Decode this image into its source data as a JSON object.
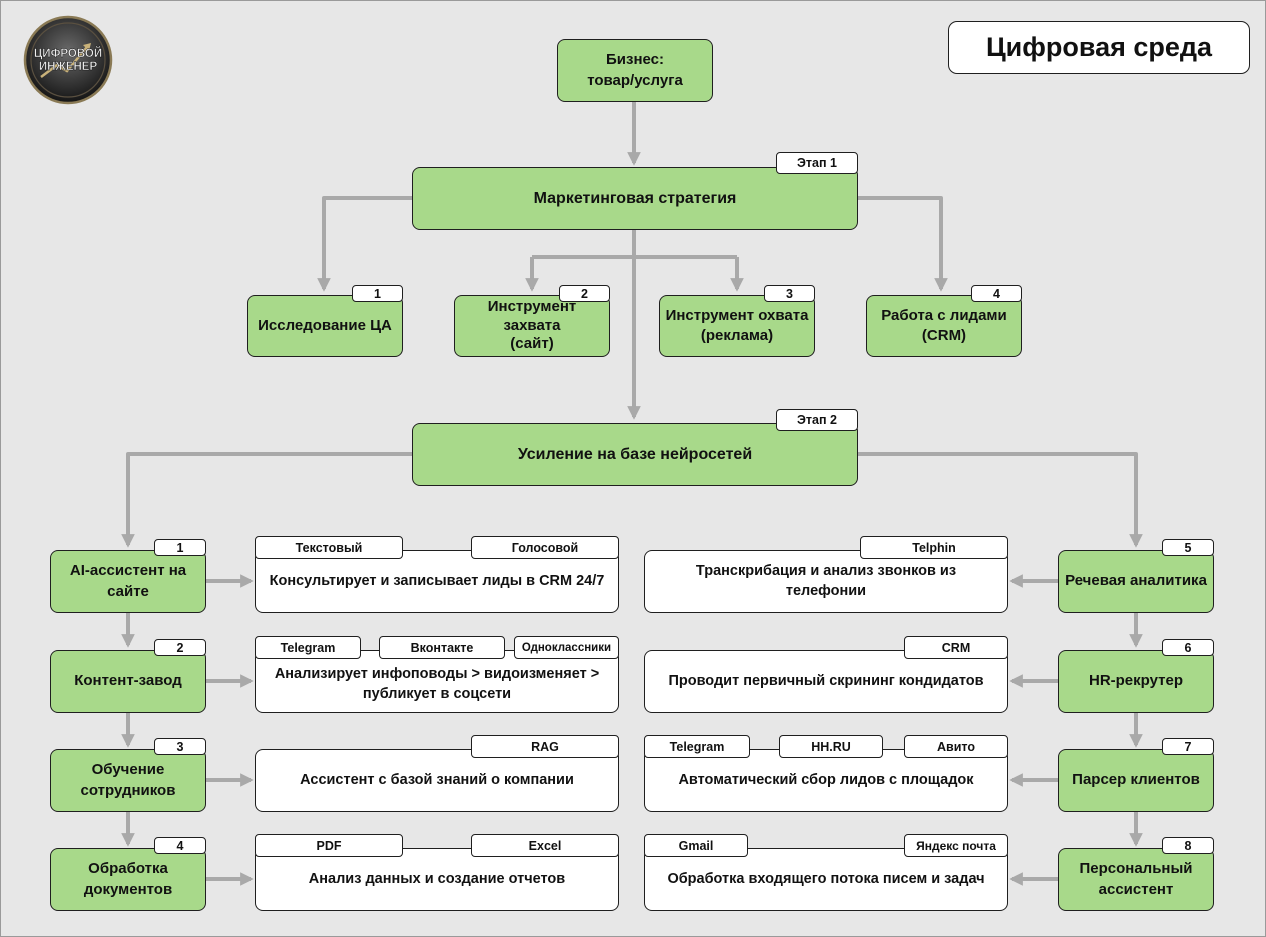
{
  "header": {
    "title": "Цифровая среда",
    "logo": {
      "line1": "ЦИФРОВОЙ",
      "line2": "ИНЖЕНЕР"
    }
  },
  "root": {
    "label": "Бизнес:\nтовар/услуга"
  },
  "stage1": {
    "tag": "Этап 1",
    "label": "Маркетинговая стратегия",
    "items": [
      {
        "num": "1",
        "label": "Исследование ЦА"
      },
      {
        "num": "2",
        "label": "Инструмент\nзахвата\n(сайт)"
      },
      {
        "num": "3",
        "label": "Инструмент охвата\n(реклама)"
      },
      {
        "num": "4",
        "label": "Работа с лидами\n(CRM)"
      }
    ]
  },
  "stage2": {
    "tag": "Этап 2",
    "label": "Усиление на базе нейросетей",
    "left": [
      {
        "num": "1",
        "label": "AI-ассистент на\nсайте",
        "desc": "Консультирует и записывает лиды в CRM 24/7",
        "tags": [
          "Текстовый",
          "Голосовой"
        ]
      },
      {
        "num": "2",
        "label": "Контент-завод",
        "desc": "Анализирует инфоповоды > видоизменяет >\nпубликует в соцсети",
        "tags": [
          "Telegram",
          "Вконтакте",
          "Одноклассники"
        ]
      },
      {
        "num": "3",
        "label": "Обучение\nсотрудников",
        "desc": "Ассистент с базой знаний о компании",
        "tags": [
          "RAG"
        ]
      },
      {
        "num": "4",
        "label": "Обработка\nдокументов",
        "desc": "Анализ данных и создание отчетов",
        "tags": [
          "PDF",
          "Excel"
        ]
      }
    ],
    "right": [
      {
        "num": "5",
        "label": "Речевая аналитика",
        "desc": "Транскрибация и анализ звонков из\nтелефонии",
        "tags": [
          "Telphin"
        ]
      },
      {
        "num": "6",
        "label": "HR-рекрутер",
        "desc": "Проводит первичный скрининг кондидатов",
        "tags": [
          "CRM"
        ]
      },
      {
        "num": "7",
        "label": "Парсер клиентов",
        "desc": "Автоматический сбор лидов с площадок",
        "tags": [
          "Telegram",
          "HH.RU",
          "Авито"
        ]
      },
      {
        "num": "8",
        "label": "Персональный\nассистент",
        "desc": "Обработка входящего потока писем и задач",
        "tags": [
          "Gmail",
          "Яндекс почта"
        ]
      }
    ]
  },
  "colors": {
    "node": "#a8d98a",
    "arrow": "#a9a9a9",
    "border": "#1f1f1f",
    "background": "#e7e7e7"
  }
}
